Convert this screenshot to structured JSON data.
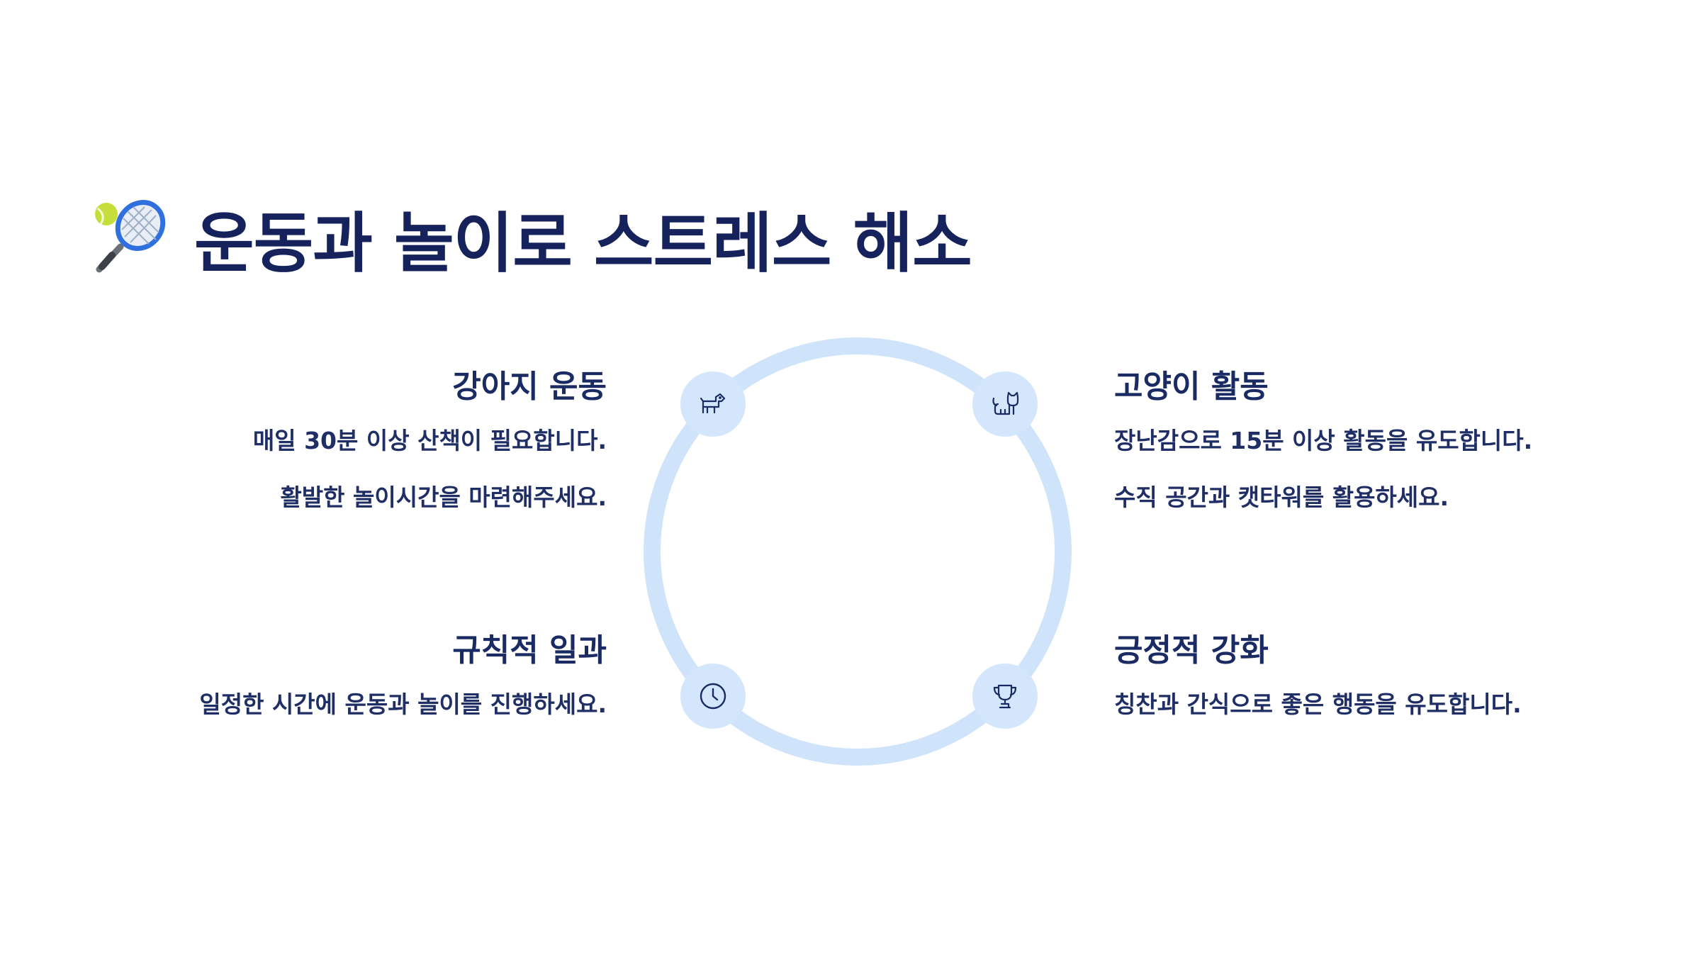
{
  "title": {
    "emoji": "tennis-racket-icon",
    "text": "운동과 놀이로 스트레스 해소"
  },
  "colors": {
    "title": "#15225c",
    "text": "#1a2b63",
    "ring": "#cfe4fb",
    "node_bg": "#d3e6fb",
    "icon_stroke": "#1a2b63"
  },
  "sections": {
    "dog": {
      "icon": "dog-icon",
      "title": "강아지 운동",
      "lines": [
        "매일 30분 이상 산책이 필요합니다.",
        "활발한 놀이시간을 마련해주세요."
      ]
    },
    "cat": {
      "icon": "cat-icon",
      "title": "고양이 활동",
      "lines": [
        "장난감으로 15분 이상 활동을 유도합니다.",
        "수직 공간과 캣타워를 활용하세요."
      ]
    },
    "routine": {
      "icon": "clock-icon",
      "title": "규칙적 일과",
      "lines": [
        "일정한 시간에 운동과 놀이를 진행하세요."
      ]
    },
    "reward": {
      "icon": "trophy-icon",
      "title": "긍정적 강화",
      "lines": [
        "칭찬과 간식으로 좋은 행동을 유도합니다."
      ]
    }
  }
}
